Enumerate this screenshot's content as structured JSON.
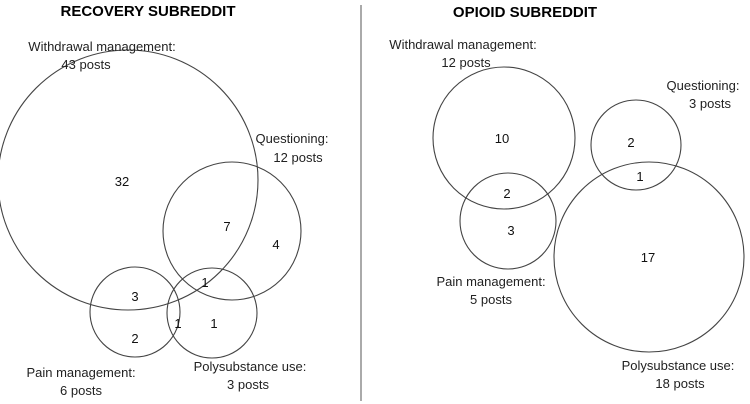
{
  "left_panel": {
    "title": "RECOVERY SUBREDDIT",
    "sets": {
      "withdrawal": {
        "name": "Withdrawal management:",
        "count": "43 posts"
      },
      "questioning": {
        "name": "Questioning:",
        "count": "12 posts"
      },
      "pain": {
        "name": "Pain management:",
        "count": "6 posts"
      },
      "poly": {
        "name": "Polysubstance use:",
        "count": "3 posts"
      }
    },
    "regions": {
      "withdrawal_only": "32",
      "withdrawal_questioning": "7",
      "questioning_only": "4",
      "withdrawal_questioning_poly": "1",
      "withdrawal_pain": "3",
      "pain_only": "2",
      "pain_poly": "1",
      "poly_only": "1"
    }
  },
  "right_panel": {
    "title": "OPIOID SUBREDDIT",
    "sets": {
      "withdrawal": {
        "name": "Withdrawal management:",
        "count": "12 posts"
      },
      "questioning": {
        "name": "Questioning:",
        "count": "3 posts"
      },
      "pain": {
        "name": "Pain management:",
        "count": "5 posts"
      },
      "poly": {
        "name": "Polysubstance use:",
        "count": "18 posts"
      }
    },
    "regions": {
      "withdrawal_only": "10",
      "withdrawal_pain": "2",
      "pain_only": "3",
      "questioning_only": "2",
      "questioning_poly": "1",
      "poly_only": "17"
    }
  }
}
